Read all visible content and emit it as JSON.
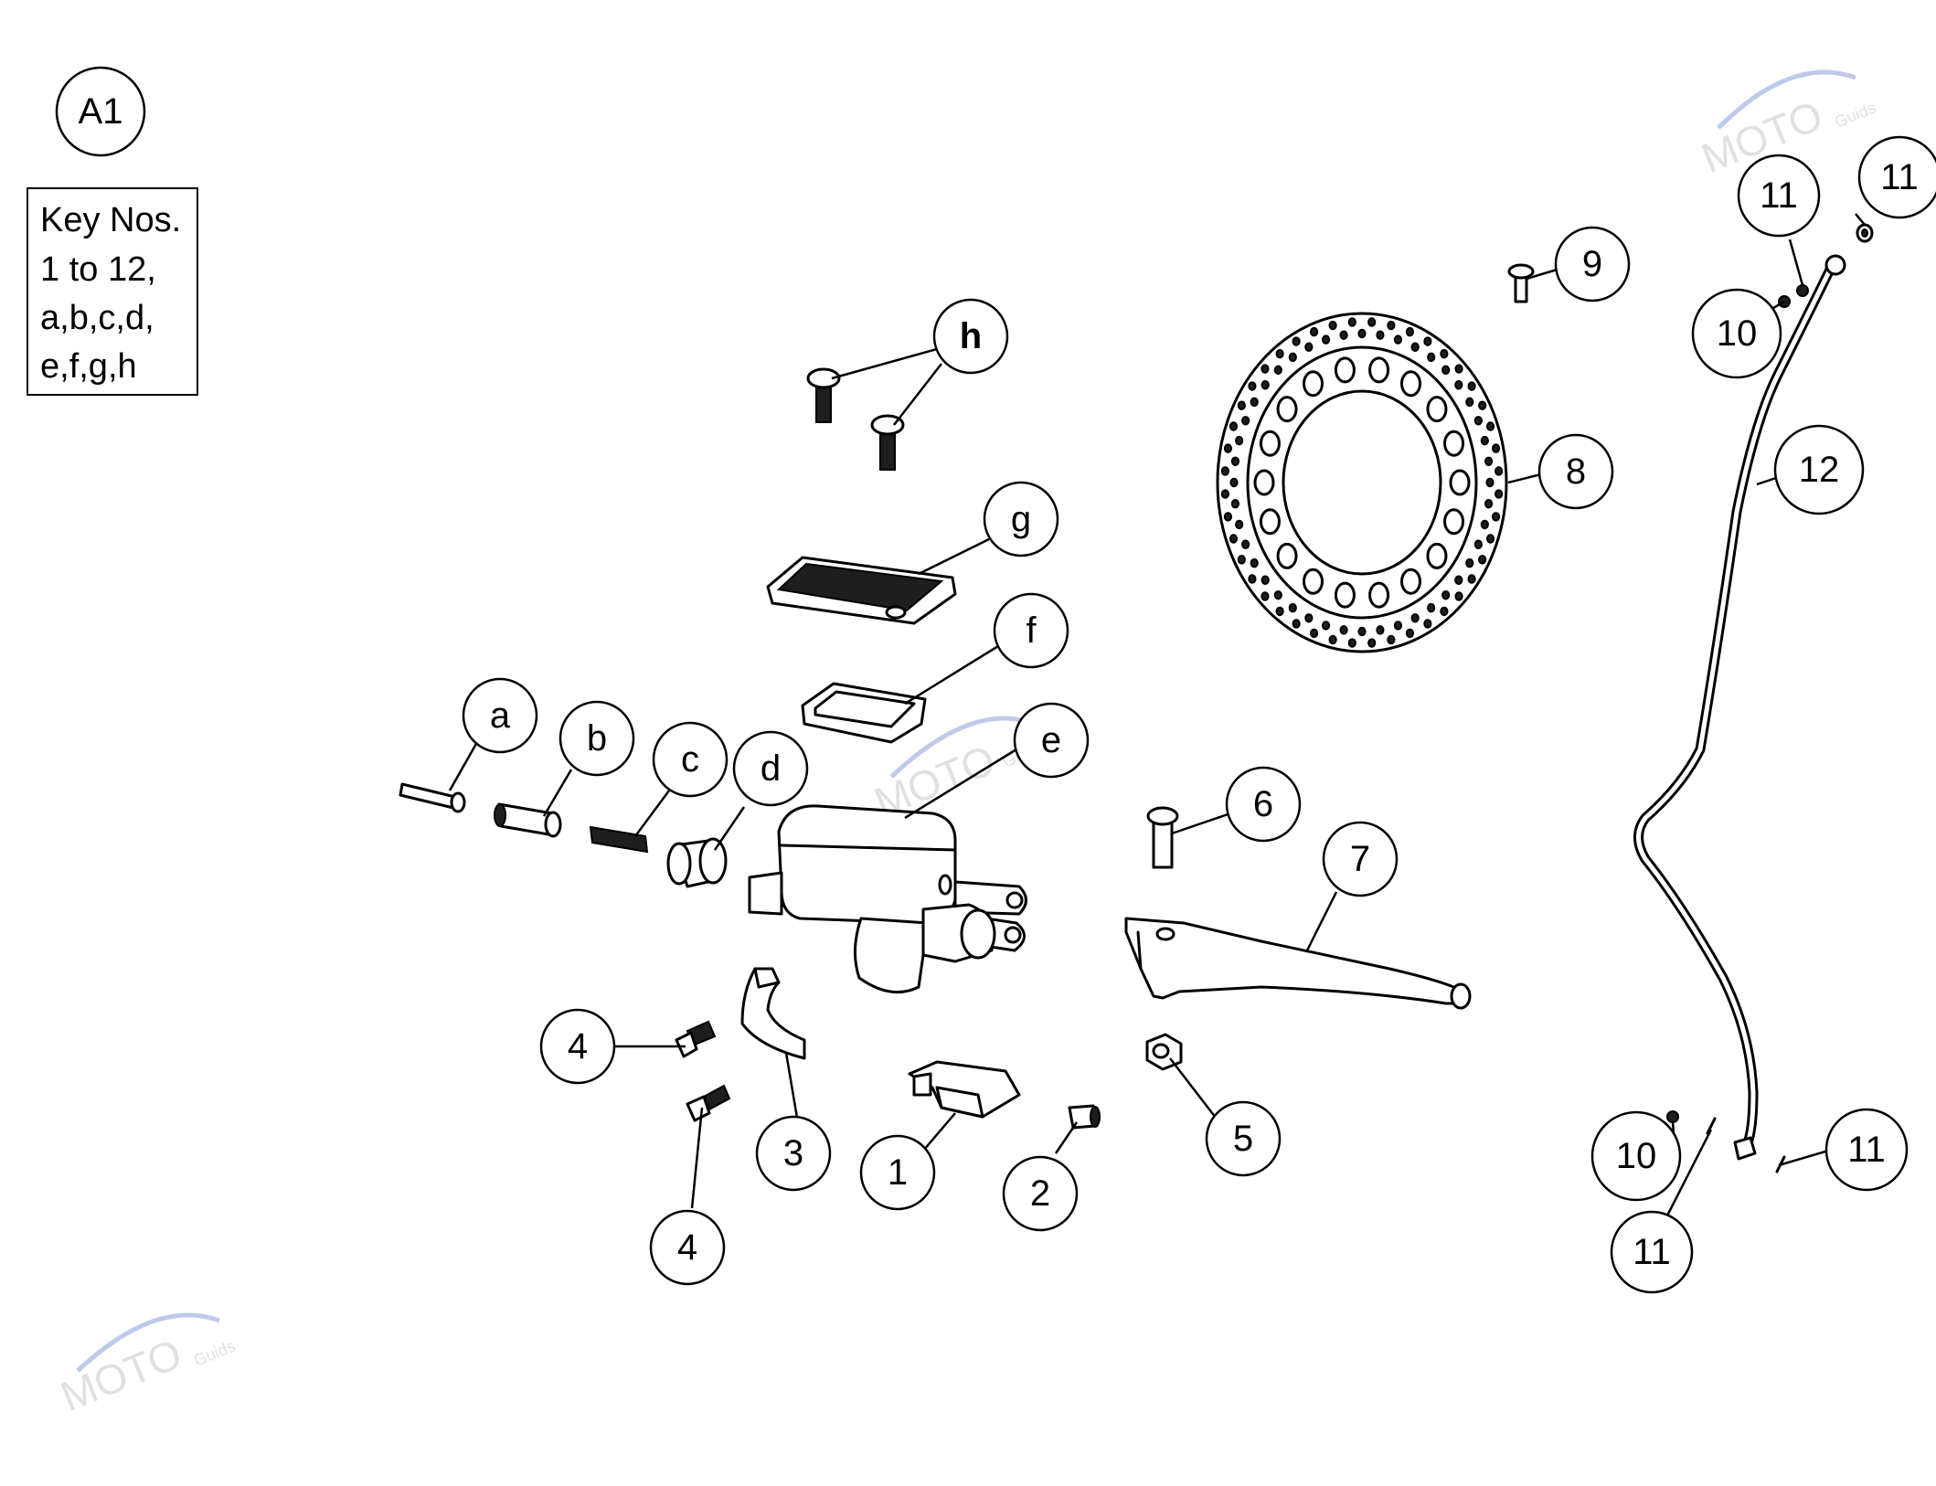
{
  "diagram_id": "A1",
  "key": {
    "line1": "Key Nos.",
    "line2": "1 to 12,",
    "line3": "a,b,c,d,",
    "line4": "e,f,g,h"
  },
  "callouts": {
    "a": "a",
    "b": "b",
    "c": "c",
    "d": "d",
    "e": "e",
    "f": "f",
    "g": "g",
    "h": "h",
    "n1": "1",
    "n2": "2",
    "n3": "3",
    "n4a": "4",
    "n4b": "4",
    "n5": "5",
    "n6": "6",
    "n7": "7",
    "n8": "8",
    "n9": "9",
    "n10a": "10",
    "n10b": "10",
    "n11a": "11",
    "n11b": "11",
    "n11c": "11",
    "n11d": "11",
    "n12": "12"
  },
  "watermark": {
    "logo_text": "MOTO",
    "sub_text": "Guids"
  }
}
